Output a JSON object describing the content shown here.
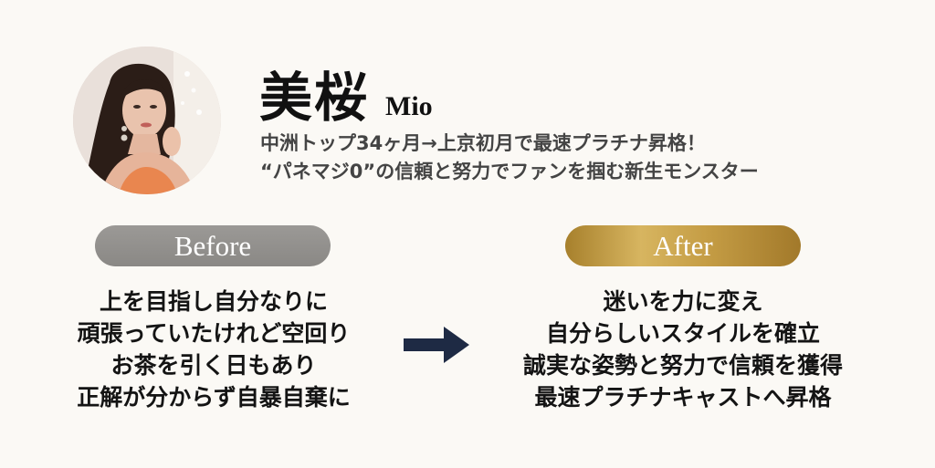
{
  "profile": {
    "name_kanji": "美桜",
    "name_roman": "Mio",
    "tagline_line1": "中洲トップ34ヶ月→上京初月で最速プラチナ昇格！",
    "tagline_line2": "“パネマジ0”の信頼と努力でファンを掴む新生モンスター"
  },
  "before": {
    "label": "Before",
    "lines": [
      "上を目指し自分なりに",
      "頑張っていたけれど空回り",
      "お茶を引く日もあり",
      "正解が分からず自暴自棄に"
    ]
  },
  "after": {
    "label": "After",
    "lines": [
      "迷いを力に変え",
      "自分らしいスタイルを確立",
      "誠実な姿勢と努力で信頼を獲得",
      "最速プラチナキャストへ昇格"
    ]
  },
  "colors": {
    "background": "#fbf9f5",
    "before_pill": "#8f8d8a",
    "after_pill_gold": "#c9a24e",
    "arrow": "#1e2a44"
  },
  "icons": {
    "avatar": "portrait-photo",
    "arrow": "arrow-right-icon"
  }
}
